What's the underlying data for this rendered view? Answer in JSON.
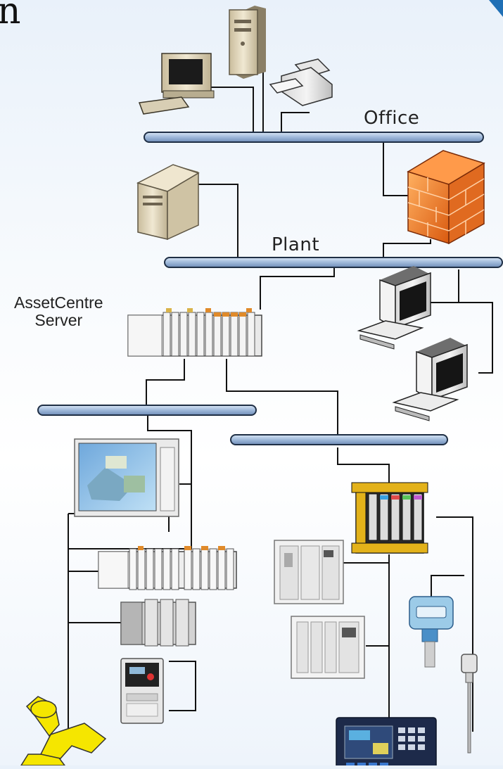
{
  "labels": {
    "office": "Office",
    "plant": "Plant",
    "asset_line1": "AssetCentre",
    "asset_line2": "Server",
    "corner_glyph": "n"
  },
  "colors": {
    "bus_fill": "#9fb9da",
    "bus_stroke": "#1f2f45",
    "wire": "#111111",
    "firewall": "#f07a2a",
    "robot": "#f5e600",
    "screen": "#1d2a4a"
  },
  "devices": [
    {
      "name": "office-server-icon"
    },
    {
      "name": "office-workstation-icon"
    },
    {
      "name": "printer-icon"
    },
    {
      "name": "firewall-icon"
    },
    {
      "name": "plant-server-icon"
    },
    {
      "name": "assetcentre-server-icon"
    },
    {
      "name": "plant-workstation-icon"
    },
    {
      "name": "controllogix-rack-icon"
    },
    {
      "name": "hmi-panel-icon"
    },
    {
      "name": "plc-rack-icon"
    },
    {
      "name": "compact-plc-icon"
    },
    {
      "name": "drive-icon"
    },
    {
      "name": "robot-arm-icon"
    },
    {
      "name": "io-module-icon"
    },
    {
      "name": "flex-io-icon"
    },
    {
      "name": "io-chassis-icon"
    },
    {
      "name": "operator-terminal-icon"
    },
    {
      "name": "instrument-icon"
    },
    {
      "name": "sensor-probe-icon"
    }
  ]
}
